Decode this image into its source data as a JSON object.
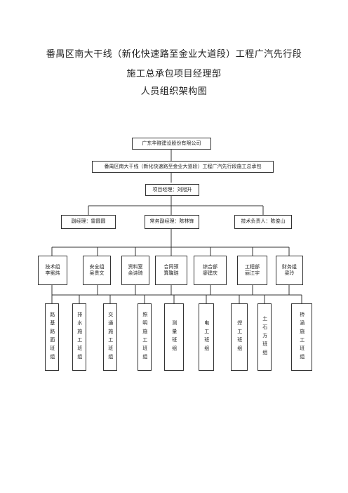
{
  "title": {
    "line1": "番禺区南大干线（新化快速路至金业大道段）工程广汽先行段",
    "line2": "施工总承包项目经理部",
    "line3": "人员组织架构图"
  },
  "org": {
    "company": "广东华隧建设股份有限公司",
    "project": "番禺区南大干线（新化快速路至金业大道段）工程广汽先行段施工总承包",
    "pm": "项目经理：刘冠升",
    "deputies": [
      "副经理：雷圆圆",
      "常务副经理：陈林锋",
      "技术负责人：陈俊山"
    ],
    "departments": [
      {
        "name": "技术组",
        "person": "李冕炜"
      },
      {
        "name": "安全组",
        "person": "吴贵文"
      },
      {
        "name": "资料室",
        "person": "余诗琦"
      },
      {
        "name": "合同预",
        "person": "算鞠琏"
      },
      {
        "name": "综合部",
        "person": "廖建庆"
      },
      {
        "name": "工程部",
        "person": "丽江宇"
      },
      {
        "name": "财务组",
        "person": "梁玲"
      }
    ],
    "teams": [
      "路基路面班组",
      "排水施工班组",
      "交通施工班组",
      "照明施工班组",
      "测量班组",
      "电工班组",
      "焊工班组",
      "土石方班组",
      "桥涵施工班组"
    ]
  }
}
